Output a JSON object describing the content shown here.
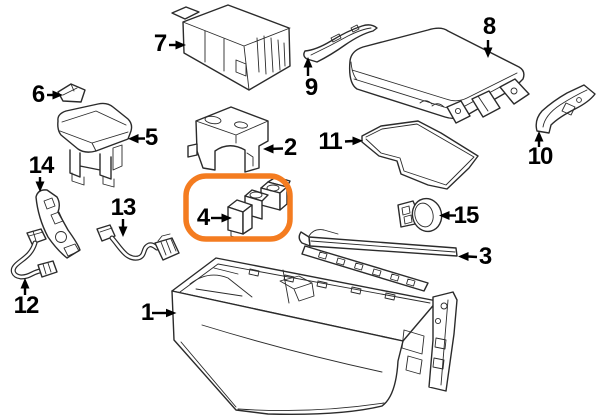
{
  "diagram": {
    "background_color": "#ffffff",
    "line_color": "#2b2b2b",
    "highlight": {
      "highlighted_part": "4",
      "color": "#f47c20"
    },
    "callouts": [
      {
        "label": "1"
      },
      {
        "label": "2"
      },
      {
        "label": "3"
      },
      {
        "label": "4"
      },
      {
        "label": "5"
      },
      {
        "label": "6"
      },
      {
        "label": "7"
      },
      {
        "label": "8"
      },
      {
        "label": "9"
      },
      {
        "label": "10"
      },
      {
        "label": "11"
      },
      {
        "label": "12"
      },
      {
        "label": "13"
      },
      {
        "label": "14"
      },
      {
        "label": "15"
      }
    ]
  }
}
